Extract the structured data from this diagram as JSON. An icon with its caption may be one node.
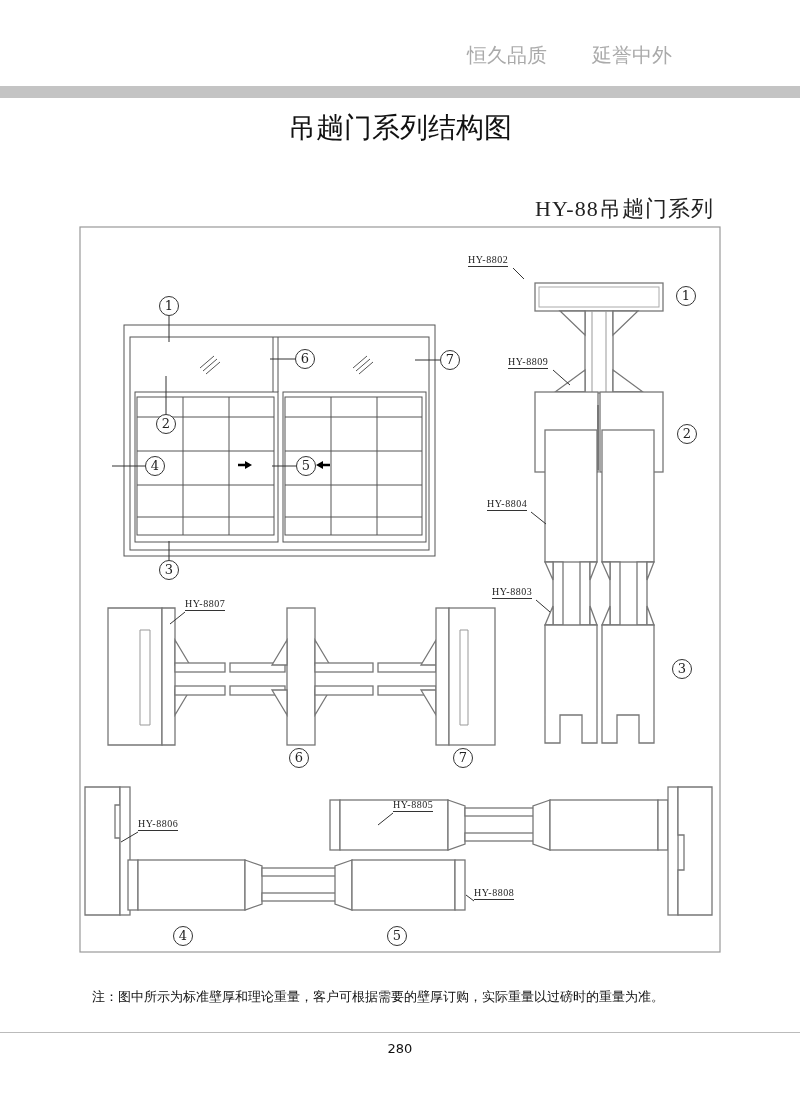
{
  "diagram": {
    "title": "吊趟门系列结构图",
    "nodes": [
      {
        "text": [
          "1"
        ]
      },
      {
        "text": [
          "6"
        ]
      },
      {
        "text": [
          "7"
        ]
      },
      {
        "text": [
          "2"
        ]
      },
      {
        "text": [
          "4"
        ]
      },
      {
        "text": [
          "5"
        ]
      },
      {
        "text": [
          "3"
        ]
      },
      {
        "text": [
          "HY-8802"
        ]
      },
      {
        "text": [
          "1"
        ]
      },
      {
        "text": [
          "HY-8809"
        ]
      },
      {
        "text": [
          "2"
        ]
      },
      {
        "text": [
          "HY-8804"
        ]
      },
      {
        "text": [
          "HY-8803"
        ]
      },
      {
        "text": [
          "3"
        ]
      },
      {
        "text": [
          "HY-8807"
        ]
      },
      {
        "text": [
          "6"
        ]
      },
      {
        "text": [
          "7"
        ]
      },
      {
        "text": [
          "HY-8805"
        ]
      },
      {
        "text": [
          "HY-8806"
        ]
      },
      {
        "text": [
          "HY-8808"
        ]
      },
      {
        "text": [
          "4"
        ]
      },
      {
        "text": [
          "5"
        ]
      }
    ],
    "edges": [
      {
        "from": 0,
        "to": null,
        "arrow": "none"
      },
      {
        "from": 1,
        "to": null,
        "arrow": "none"
      },
      {
        "from": 2,
        "to": null,
        "arrow": "none"
      },
      {
        "from": 3,
        "to": null,
        "arrow": "none"
      },
      {
        "from": 4,
        "to": null,
        "arrow": "none"
      },
      {
        "from": 5,
        "to": null,
        "arrow": "none"
      },
      {
        "from": 6,
        "to": null,
        "arrow": "none"
      },
      {
        "from": 7,
        "to": null,
        "arrow": "none"
      },
      {
        "from": 9,
        "to": null,
        "arrow": "none"
      },
      {
        "from": 11,
        "to": null,
        "arrow": "none"
      },
      {
        "from": 12,
        "to": null,
        "arrow": "none"
      },
      {
        "from": 14,
        "to": null,
        "arrow": "none"
      },
      {
        "from": 17,
        "to": null,
        "arrow": "none"
      },
      {
        "from": 18,
        "to": null,
        "arrow": "none"
      },
      {
        "from": 19,
        "to": null,
        "arrow": "none"
      }
    ],
    "labels": [
      "恒久品质",
      "延誉中外",
      "HY-88吊趟门系列",
      "注：图中所示为标准壁厚和理论重量，客户可根据需要的壁厚订购，实际重量以过磅时的重量为准。",
      "280"
    ]
  }
}
